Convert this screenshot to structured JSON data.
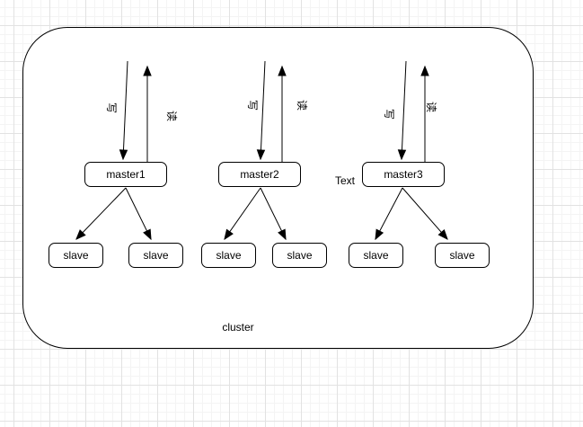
{
  "canvas": {
    "cluster_label": "cluster",
    "floating_text_label": "Text"
  },
  "edge_labels": {
    "write": "写",
    "read": "读"
  },
  "masters": [
    {
      "label": "master1"
    },
    {
      "label": "master2"
    },
    {
      "label": "master3"
    }
  ],
  "slaves": [
    {
      "label": "slave"
    },
    {
      "label": "slave"
    },
    {
      "label": "slave"
    },
    {
      "label": "slave"
    },
    {
      "label": "slave"
    },
    {
      "label": "slave"
    }
  ],
  "colors": {
    "stroke": "#000000",
    "node_fill": "#ffffff",
    "grid_minor": "#f4f4f4",
    "grid_major": "#e2e2e2",
    "background": "#ffffff"
  }
}
